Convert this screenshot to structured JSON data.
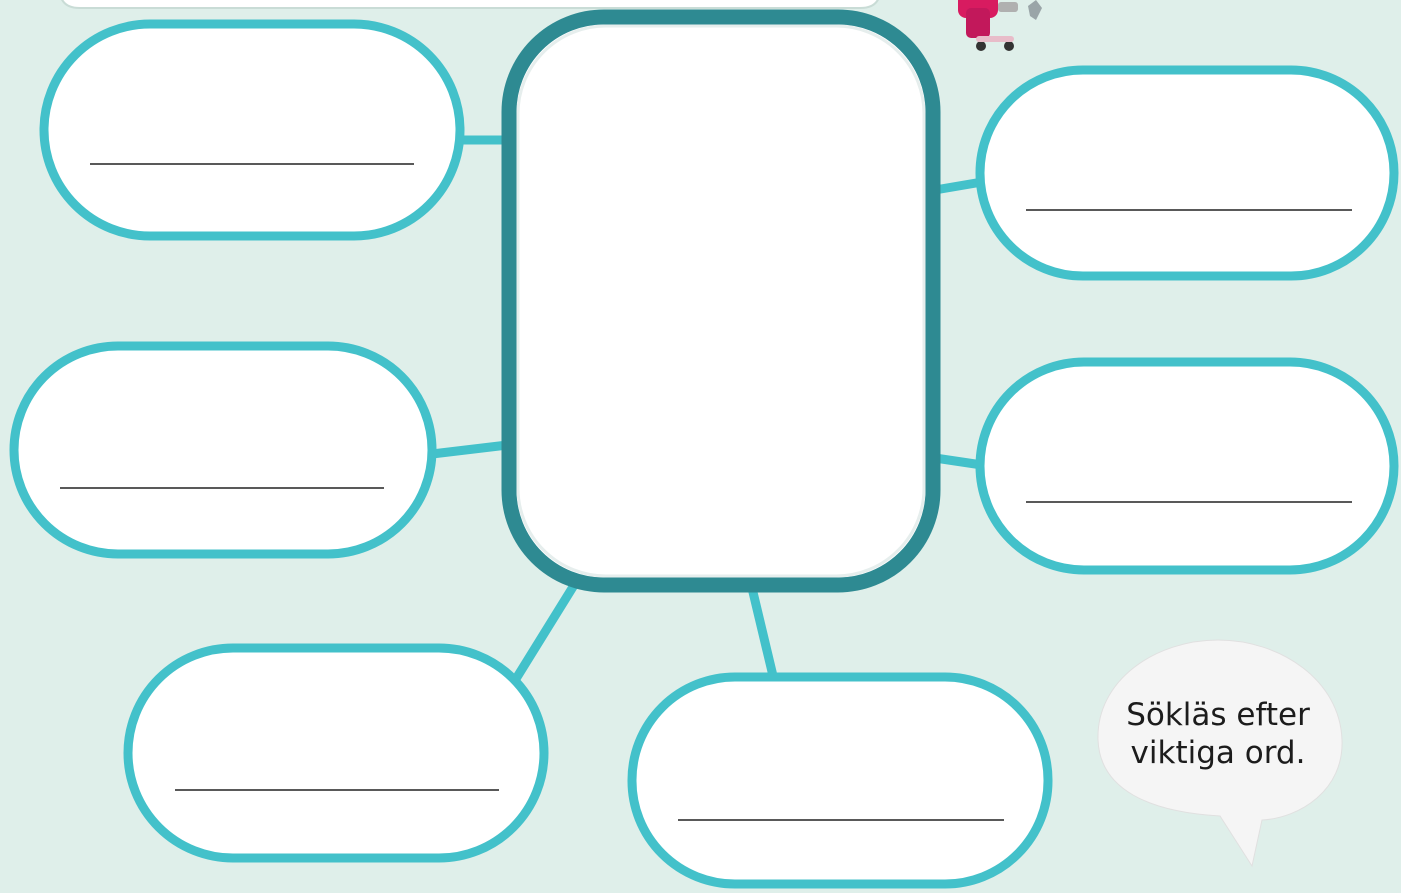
{
  "colors": {
    "background": "#dfefea",
    "node_stroke": "#43c1ca",
    "center_stroke": "#2e8a92",
    "node_fill": "#ffffff",
    "write_line": "#222222",
    "robot_body": "#d81b60",
    "speech_bubble": "#f5f5f5"
  },
  "center_box": {
    "text": ""
  },
  "nodes": [
    {
      "id": "top-left",
      "answer": ""
    },
    {
      "id": "middle-left",
      "answer": ""
    },
    {
      "id": "bottom-left",
      "answer": ""
    },
    {
      "id": "bottom-middle",
      "answer": ""
    },
    {
      "id": "top-right",
      "answer": ""
    },
    {
      "id": "middle-right",
      "answer": ""
    }
  ],
  "speech_bubble": {
    "line1": "Sökläs efter",
    "line2": "viktiga ord."
  },
  "icons": [
    "robot-mascot-icon"
  ]
}
